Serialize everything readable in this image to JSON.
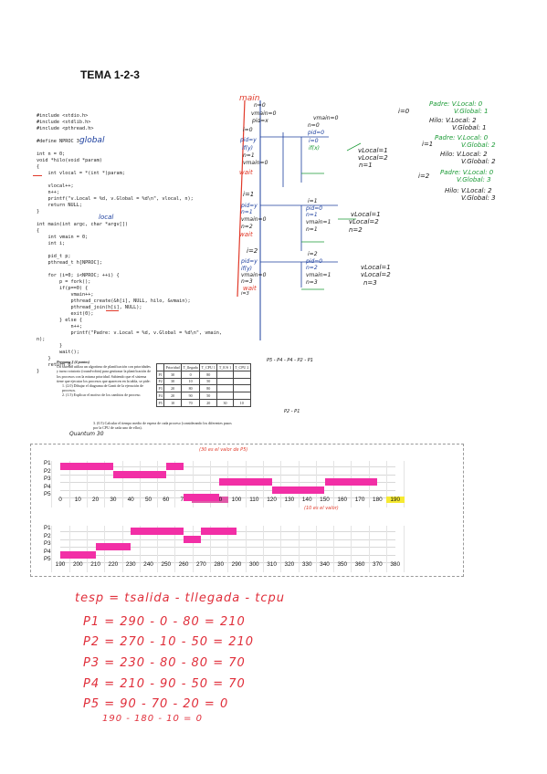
{
  "title": "TEMA 1-2-3",
  "code": {
    "lines": [
      "#include <stdio.h>",
      "#include <stdlib.h>",
      "#include <pthread.h>",
      "",
      "#define NPROC 3",
      "",
      "int n = 0;",
      "void *hilo(void *param)",
      "{",
      "    int vlocal = *(int *)param;",
      "",
      "    vlocal++;",
      "    n++;",
      "    printf(\"v.Local = %d, v.Global = %d\\n\", vlocal, n);",
      "    return NULL;",
      "}",
      "",
      "int main(int argc, char *argv[])",
      "{",
      "    int vmain = 0;",
      "    int i;",
      "",
      "    pid_t p;",
      "    pthread_t h[NPROC];",
      "",
      "    for (i=0; i<NPROC; ++i) {",
      "        p = fork();",
      "        if(p==0) {",
      "            vmain++;",
      "            pthread_create(&h[i], NULL, hilo, &vmain);",
      "            pthread_join(h[i], NULL);",
      "            exit(0);",
      "        } else {",
      "            n++;",
      "            printf(\"Padre: v.Local = %d, v.Global = %d\\n\", vmain,",
      "n);",
      "        }",
      "        wait();",
      "    }",
      "    return 0;",
      "}"
    ],
    "annot_global": "global",
    "annot_local": "local"
  },
  "diagram": {
    "main": "main",
    "labels": [
      "n=0",
      "vmain=0",
      "pid=x",
      "i=0",
      "pid=y",
      "if(y)",
      "n=1",
      "vmain=0",
      "wait",
      "i=1",
      "pid=y",
      "n=1",
      "vmain=0",
      "n=2",
      "wait",
      "i=2",
      "pid=y",
      "if(y)",
      "vmain=0",
      "n=3",
      "wait",
      "i=3",
      "vmain=0",
      "n=0",
      "pid=0",
      "i=0",
      "if(x)",
      "vLocal=1",
      "vLocal=2",
      "n=1",
      "i=1",
      "pid=0",
      "n=1",
      "vmain=1",
      "n=1",
      "vLocal=1",
      "vLocal=2",
      "n=2",
      "i=2",
      "pid=0",
      "n=2",
      "vmain=1",
      "n=3",
      "vLocal=1",
      "vLocal=2",
      "n=3"
    ]
  },
  "outputs": [
    {
      "i": "i=0",
      "lines": [
        "Padre: V.Local: 0",
        "V.Global: 1",
        "Hilo: V.Local: 2",
        "V.Global: 1"
      ]
    },
    {
      "i": "i=1",
      "lines": [
        "Padre: V.Local: 0",
        "V.Global: 2",
        "Hilo: V.Local: 2",
        "V.Global: 2"
      ]
    },
    {
      "i": "i=2",
      "lines": [
        "Padre: V.Local: 0",
        "V.Global: 3",
        "Hilo: V.Local: 2",
        "V.Global: 3"
      ]
    }
  ],
  "question": {
    "heading": "Pregunta 3 (4 puntos)",
    "body": "Un sistema utiliza un algoritmo de planificación con prioridades y turno rotatorio (round-robin) para gestionar la planificación de los procesos con la misma prioridad. Sabiendo que el sistema tiene que ejecutar los procesos que aparecen en la tabla, se pide:",
    "items": [
      "1. (2.0) Dibujar el diagrama de Gantt de la ejecución de procesos.",
      "2. (1.5) Explicar el motivo de los cambios de proceso.",
      "3. (0.5) Calcular el tiempo medio de espera de cada proceso (considerando los diferentes pasos por la CPU de cada uno de ellos)."
    ],
    "gantt_note": "Quantum 30",
    "order": "P5 - P4 - P4 - P2 - P1",
    "order2": "P2 - P1",
    "table": {
      "headers": [
        "",
        "Prioridad",
        "T_llegada",
        "T_CPU 1",
        "T_E/S 1",
        "T_CPU 2"
      ],
      "rows": [
        [
          "P1",
          "30",
          "0",
          "80",
          "",
          ""
        ],
        [
          "P2",
          "30",
          "10",
          "50",
          "",
          ""
        ],
        [
          "P3",
          "20",
          "80",
          "80",
          "",
          ""
        ],
        [
          "P4",
          "20",
          "90",
          "50",
          "",
          ""
        ],
        [
          "P5",
          "10",
          "70",
          "20",
          "30",
          "10"
        ]
      ]
    }
  },
  "gantt": {
    "rows": [
      "P1",
      "P2",
      "P3",
      "P4",
      "P5"
    ],
    "axis1": [
      "0",
      "10",
      "20",
      "30",
      "40",
      "50",
      "60",
      "70",
      "80",
      "90",
      "100",
      "110",
      "120",
      "130",
      "140",
      "150",
      "160",
      "170",
      "180",
      "190"
    ],
    "axis2": [
      "190",
      "200",
      "210",
      "220",
      "230",
      "240",
      "250",
      "260",
      "270",
      "280",
      "290",
      "300",
      "310",
      "320",
      "330",
      "340",
      "350",
      "360",
      "370",
      "380"
    ],
    "note1": "(30 es el valor de P5)",
    "note2": "(10 es el valor)",
    "bars1": [
      {
        "row": 0,
        "start": 0,
        "end": 30
      },
      {
        "row": 1,
        "start": 30,
        "end": 60
      },
      {
        "row": 0,
        "start": 60,
        "end": 70
      },
      {
        "row": 4,
        "start": 70,
        "end": 90
      },
      {
        "row": 2,
        "start": 90,
        "end": 120
      },
      {
        "row": 3,
        "start": 120,
        "end": 150
      },
      {
        "row": 2,
        "start": 150,
        "end": 180
      }
    ],
    "bars2": [
      {
        "row": 3,
        "start": 190,
        "end": 210
      },
      {
        "row": 2,
        "start": 210,
        "end": 230
      },
      {
        "row": 0,
        "start": 230,
        "end": 260
      },
      {
        "row": 1,
        "start": 260,
        "end": 270
      },
      {
        "row": 0,
        "start": 270,
        "end": 290
      }
    ],
    "highlight_yellow": "190",
    "highlight_pink": [
      "80",
      "90"
    ]
  },
  "formulas": [
    "tesp = tsalida - tllegada - tcpu",
    "P1 = 290 - 0 - 80 = 210",
    "P2 = 270 - 10 - 50 = 210",
    "P3 = 230 - 80 - 80 = 70",
    "P4 = 210 - 90 - 50 = 70",
    "P5 = 90 - 70 - 20 = 0",
    "190 - 180 - 10 = 0"
  ]
}
